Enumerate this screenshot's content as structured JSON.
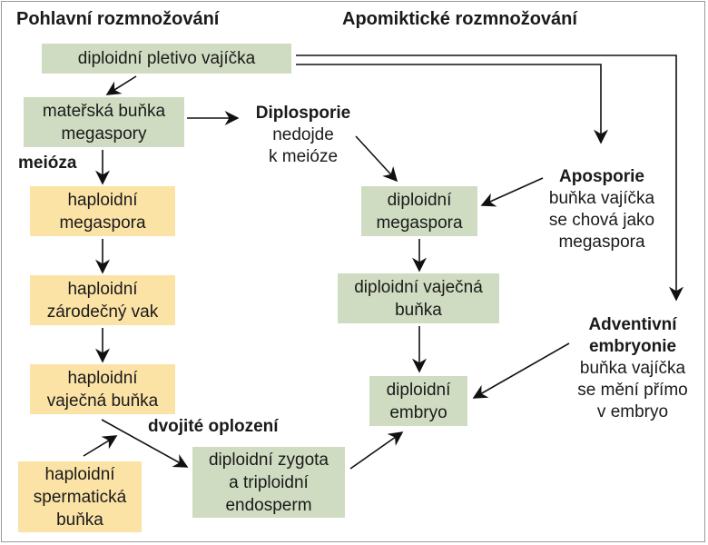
{
  "headings": {
    "sexual": "Pohlavní rozmnožování",
    "apomictic": "Apomiktické rozmnožování"
  },
  "nodes": {
    "ovule_tissue": "diploidní pletivo vajíčka",
    "megaspore_mother_cell": [
      "mateřská buňka",
      "megaspory"
    ],
    "haploid_megaspore": [
      "haploidní",
      "megaspora"
    ],
    "haploid_embryo_sac": [
      "haploidní",
      "zárodečný vak"
    ],
    "haploid_egg_cell": [
      "haploidní",
      "vaječná buňka"
    ],
    "haploid_sperm_cell": [
      "haploidní",
      "spermatická",
      "buňka"
    ],
    "diploid_zygote": [
      "diploidní zygota",
      "a triploidní",
      "endosperm"
    ],
    "diploid_megaspore": [
      "diploidní",
      "megaspora"
    ],
    "diploid_egg_cell": [
      "diploidní vaječná",
      "buňka"
    ],
    "diploid_embryo": [
      "diploidní",
      "embryo"
    ]
  },
  "labels": {
    "meiosis": "meióza",
    "double_fertilization": "dvojité oplození",
    "diplospory": {
      "title": "Diplosporie",
      "lines": [
        "nedojde",
        "k meióze"
      ]
    },
    "apospory": {
      "title": "Aposporie",
      "lines": [
        "buňka vajíčka",
        "se chová jako",
        "megaspora"
      ]
    },
    "adventitious": {
      "title": [
        "Adventivní",
        "embryonie"
      ],
      "lines": [
        "buňka vajíčka",
        "se mění přímo",
        "v embryo"
      ]
    }
  },
  "colors": {
    "diploid_box": "#cfdcc1",
    "haploid_box": "#fbe3a6",
    "arrow": "#111111"
  }
}
